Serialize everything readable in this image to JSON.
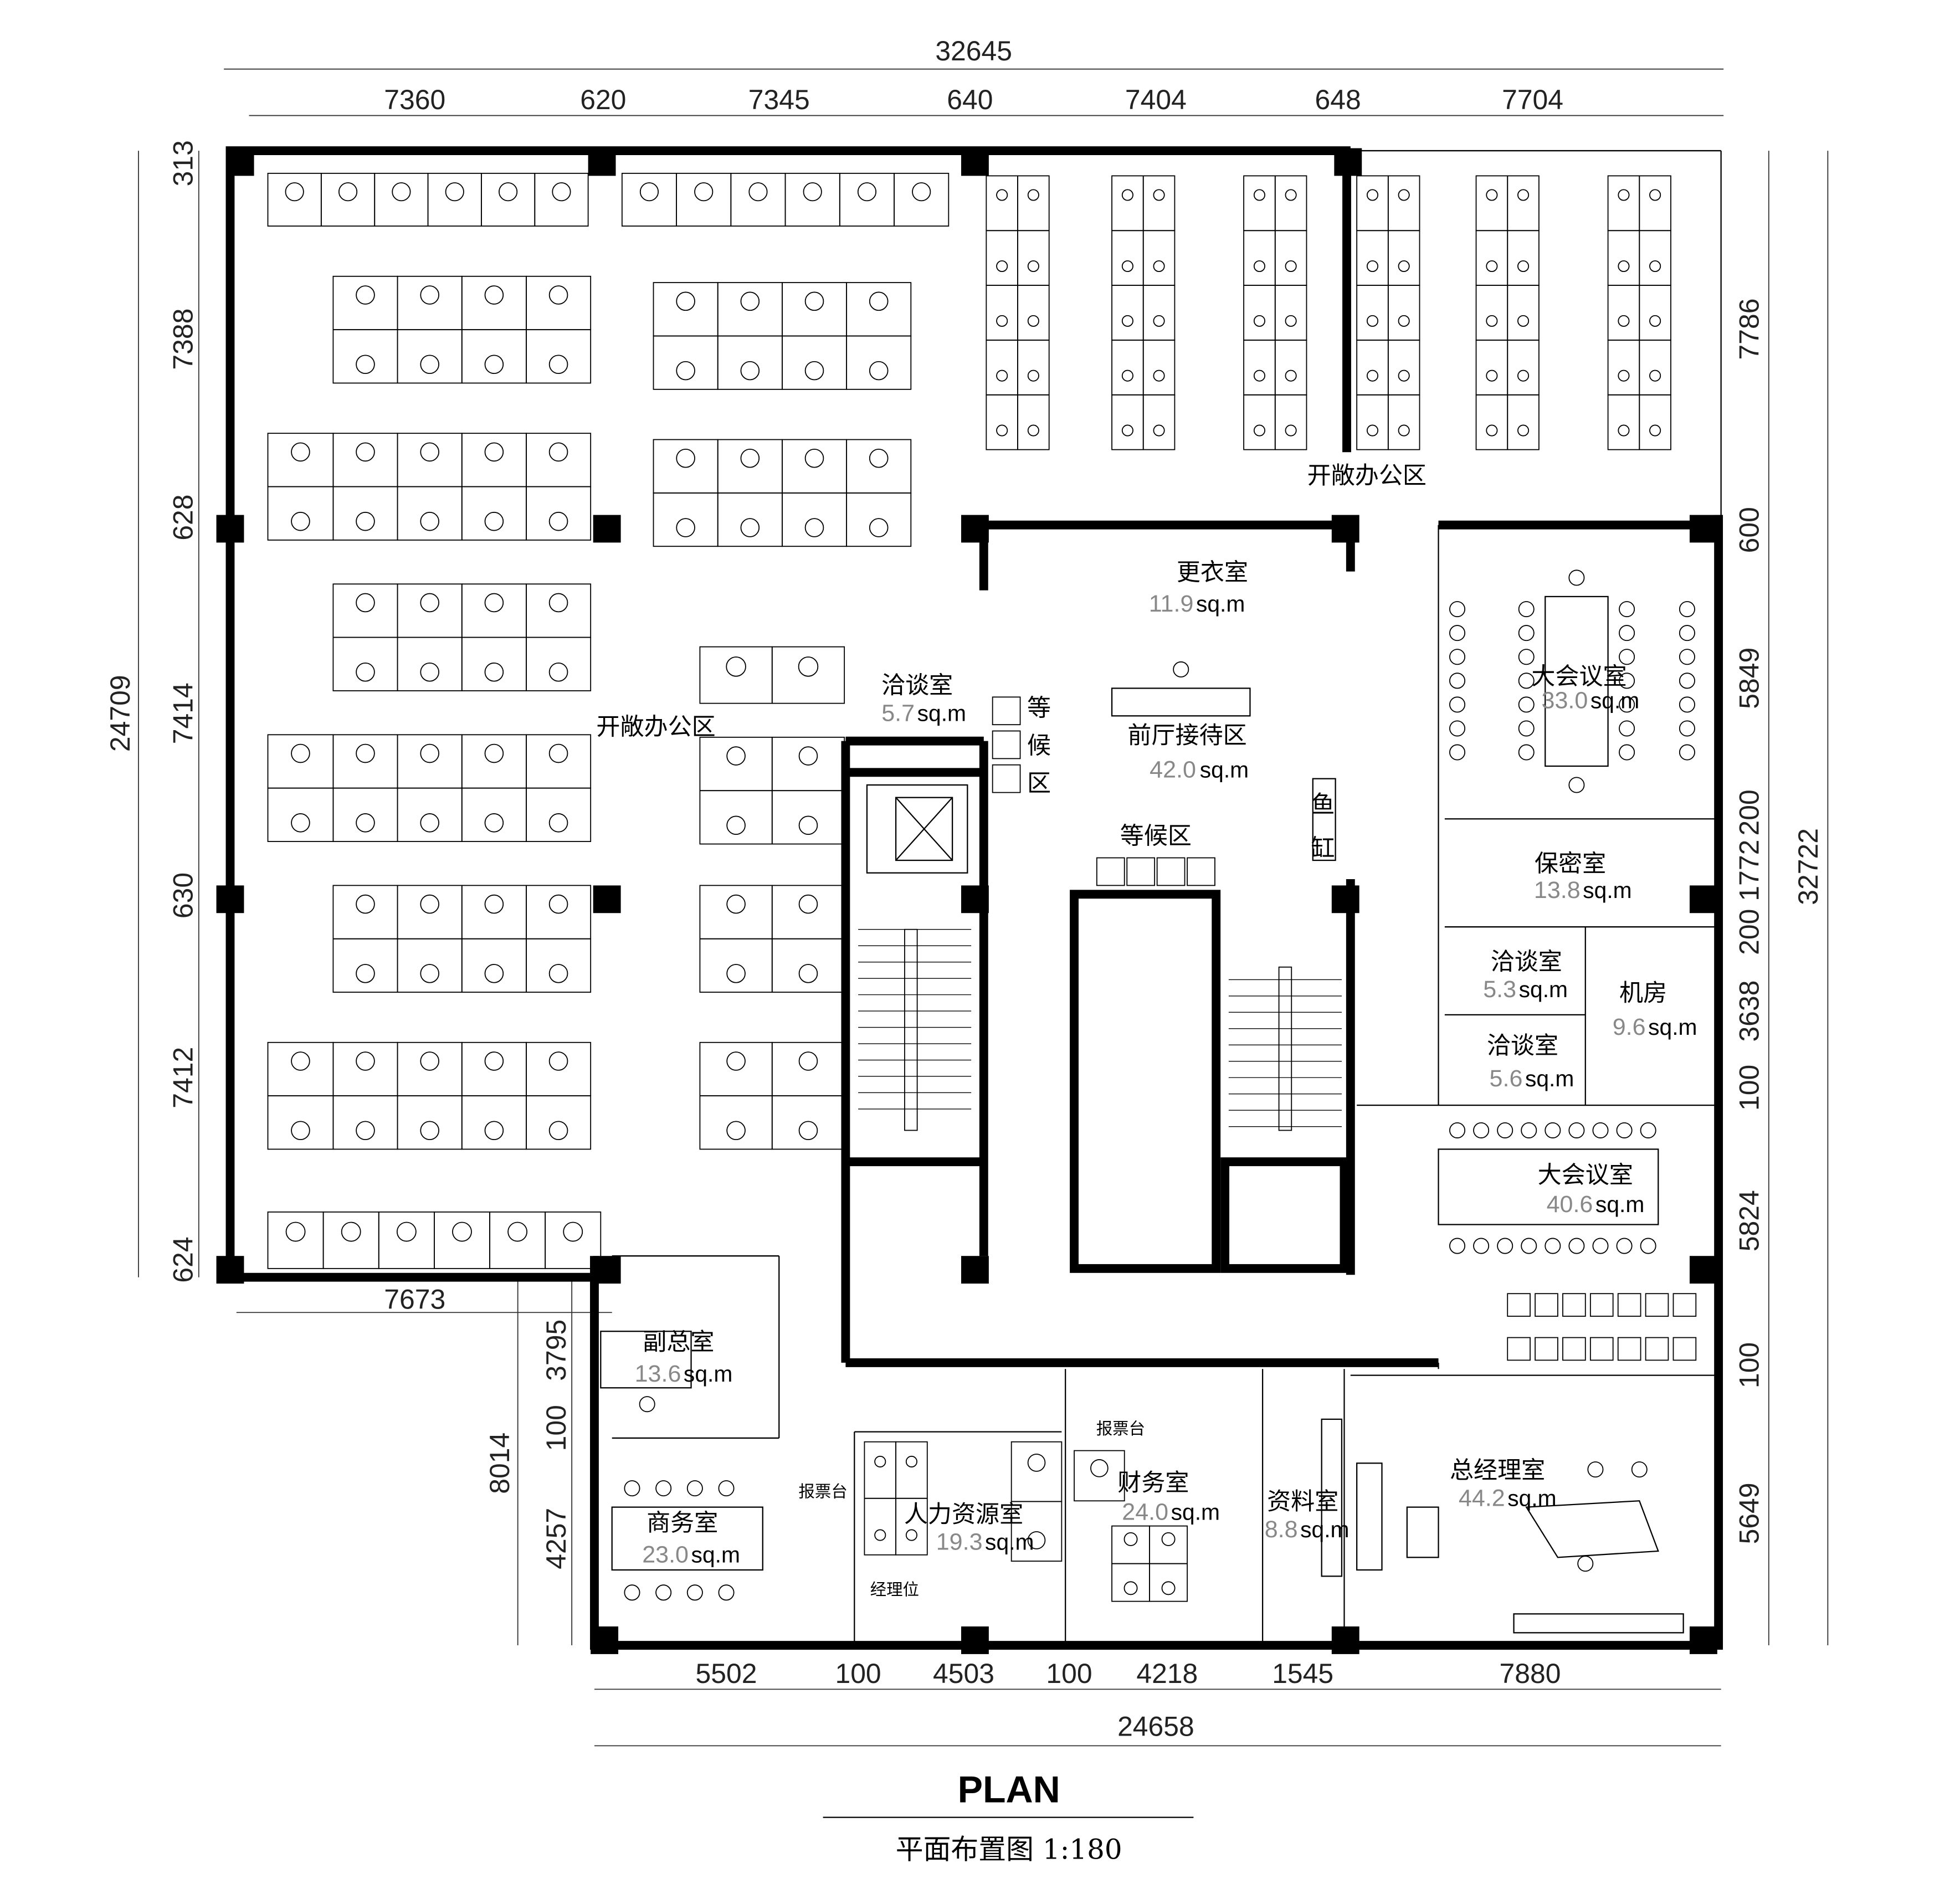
{
  "title": {
    "main": "PLAN",
    "sub": "平面布置图 1:180"
  },
  "dimensions": {
    "top_total": "32645",
    "top": [
      "7360",
      "620",
      "7345",
      "640",
      "7404",
      "648",
      "7704"
    ],
    "left_total": "24709",
    "left": [
      "313",
      "7388",
      "628",
      "7414",
      "630",
      "7412",
      "624"
    ],
    "left_lower_width": "7673",
    "left_lower_total": "8014",
    "left_lower": [
      "3795",
      "100",
      "4257"
    ],
    "right_total": "32722",
    "right": [
      "7786",
      "600",
      "5849",
      "200",
      "1772",
      "200",
      "3638",
      "100",
      "5824",
      "100",
      "5649"
    ],
    "bottom_total": "24658",
    "bottom": [
      "5502",
      "100",
      "4503",
      "100",
      "4218",
      "1545",
      "7880"
    ]
  },
  "area_unit": "sq.m",
  "rooms": {
    "open_office_north": {
      "name": "开敞办公区"
    },
    "open_office_west": {
      "name": "开敞办公区"
    },
    "changing_room": {
      "name": "更衣室",
      "area": "11.9"
    },
    "meeting_small_1": {
      "name": "洽谈室",
      "area": "5.7"
    },
    "waiting_1": {
      "name": [
        "等",
        "候",
        "区"
      ]
    },
    "reception": {
      "name": "前厅接待区",
      "area": "42.0"
    },
    "fish_tank": {
      "name": [
        "鱼",
        "缸"
      ]
    },
    "waiting_2": {
      "name": "等候区"
    },
    "conference_1": {
      "name": "大会议室",
      "area": "33.0"
    },
    "secure_room": {
      "name": "保密室",
      "area": "13.8"
    },
    "meeting_small_2": {
      "name": "洽谈室",
      "area": "5.3"
    },
    "server_room": {
      "name": "机房",
      "area": "9.6"
    },
    "meeting_small_3": {
      "name": "洽谈室",
      "area": "5.6"
    },
    "conference_2": {
      "name": "大会议室",
      "area": "40.6"
    },
    "vice_gm": {
      "name": "副总室",
      "area": "13.6"
    },
    "business": {
      "name": "商务室",
      "area": "23.0"
    },
    "hr": {
      "name": "人力资源室",
      "area": "19.3"
    },
    "finance": {
      "name": "财务室",
      "area": "24.0"
    },
    "archive": {
      "name": "资料室",
      "area": "8.8"
    },
    "gm": {
      "name": "总经理室",
      "area": "44.2"
    }
  },
  "annotations": {
    "ticket_desk_1": "报票台",
    "ticket_desk_2": "报票台",
    "manager_seat": "经理位"
  }
}
